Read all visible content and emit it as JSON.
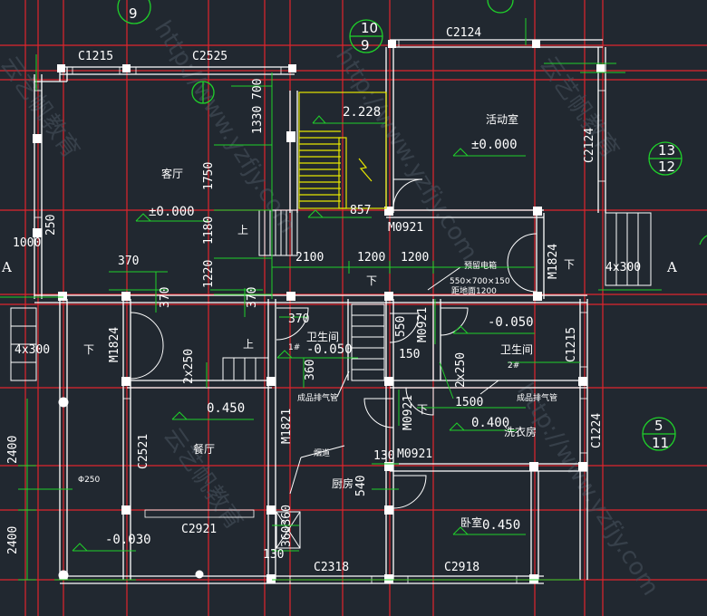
{
  "windows": {
    "c1215_top": "C1215",
    "c2525": "C2525",
    "c2124_top": "C2124",
    "c2124_right": "C2124",
    "m1824_right": "M1824",
    "m1824_left": "M1824",
    "c1215_right": "C1215",
    "c1224": "C1224",
    "c2521": "C2521",
    "m1821": "M1821",
    "m0921_a": "M0921",
    "m0921_b": "M0921",
    "m0921_c": "M0921",
    "m0921_d": "M0921",
    "c2921": "C2921",
    "c2318": "C2318",
    "c2918": "C2918"
  },
  "rooms": {
    "living": "客厅",
    "activity": "活动室",
    "bath1": "卫生间",
    "bath1_no": "1#",
    "bath2": "卫生间",
    "bath2_no": "2#",
    "dining": "餐厅",
    "kitchen": "厨房",
    "laundry": "洗衣房",
    "bedroom": "卧室",
    "flue": "烟道",
    "exhaust1": "成品排气管",
    "exhaust2": "成品排气管",
    "meter1": "预留电箱",
    "meter2": "550×700×150",
    "meter3": "距地面1200"
  },
  "levels": {
    "stair": "2.228",
    "activity": "±0.000",
    "living": "±0.000",
    "bath1": "-0.050",
    "bath2": "-0.050",
    "dining": "0.450",
    "laundry": "0.400",
    "bedroom": "0.450",
    "outside": "-0.030"
  },
  "dims": {
    "d700": "700",
    "d1330": "1330",
    "d1750": "1750",
    "d1180": "1180",
    "d1220": "1220",
    "d250": "250",
    "d1000": "1000",
    "d370a": "370",
    "d370b": "370",
    "d370c": "370",
    "d370d": "370",
    "d2100": "2100",
    "d1200a": "1200",
    "d1200b": "1200",
    "d857": "857",
    "d4x300r": "4x300",
    "d4x300l": "4x300",
    "d2x250a": "2x250",
    "d2x250b": "2x250",
    "d360": "360",
    "d150": "150",
    "d1500": "1500",
    "d550": "550",
    "d130a": "130",
    "d540": "540",
    "d360360": "360360",
    "d130b": "130",
    "d2400a": "2400",
    "d2400b": "2400",
    "phi": "Φ250"
  },
  "arrows": {
    "up1": "上",
    "up2": "上",
    "down1": "下",
    "down2": "下",
    "down3": "下",
    "down4": "下"
  },
  "axes": {
    "a_left": "A",
    "a_right": "A",
    "c_top": "9",
    "c_mid_top": "10",
    "c_mid_bot": "9",
    "c_right_top": "13",
    "c_right_bot": "12",
    "c_low_top": "5",
    "c_low_bot": "11"
  },
  "watermarks": {
    "w1": "云艺帆教育",
    "w2": "http://www.yzfjy.com",
    "w3": "云艺帆教育",
    "w4": "http://www.yzfjy.com",
    "w5": "云艺帆教育",
    "w6": "http://www.yzfjy.com"
  },
  "colors": {
    "background": "#212830",
    "axis_lines": "#e0242c",
    "walls": "#ffffff",
    "dimensions": "#1fd12a",
    "stairs": "#e6e600",
    "doors": "#ffffff"
  }
}
